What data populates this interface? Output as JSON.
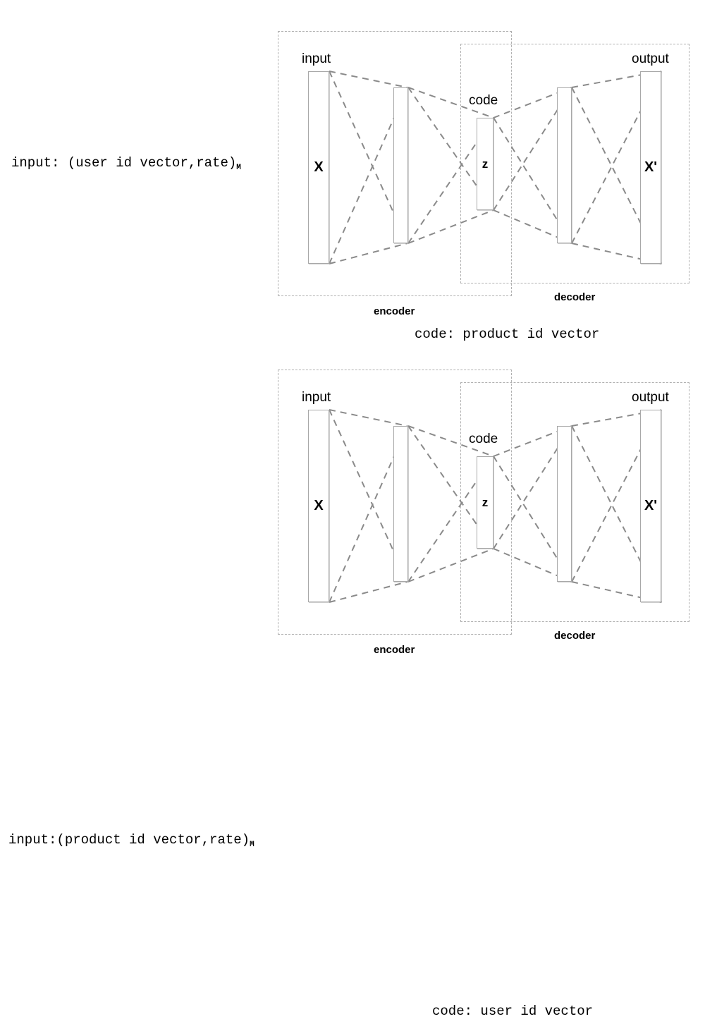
{
  "figure": {
    "type": "diagram",
    "subject": "dual autoencoder architecture for recommendation",
    "diagram_count": 2
  },
  "diagrams": [
    {
      "id": "diagram-1",
      "input_caption_prefix": "input: (user id vector,rate)",
      "input_caption_subscript": "M",
      "code_caption": "code: product id vector",
      "tags": {
        "input": "input",
        "code": "code",
        "output": "output"
      },
      "group_labels": {
        "encoder": "encoder",
        "decoder": "decoder"
      },
      "bar_labels": {
        "input": "X",
        "code": "z",
        "output": "X'"
      }
    },
    {
      "id": "diagram-2",
      "input_caption_prefix": "input:(product id vector,rate)",
      "input_caption_subscript": "M",
      "code_caption": "code: user id vector",
      "tags": {
        "input": "input",
        "code": "code",
        "output": "output"
      },
      "group_labels": {
        "encoder": "encoder",
        "decoder": "decoder"
      },
      "bar_labels": {
        "input": "X",
        "code": "z",
        "output": "X'"
      }
    }
  ],
  "colors": {
    "background": "#ffffff",
    "bar_stroke": "#a8a8a8",
    "bar_fill": "#ffffff",
    "connector_stroke": "#8a8a8a",
    "group_box_stroke": "#b0b0b0",
    "text": "#000000"
  }
}
